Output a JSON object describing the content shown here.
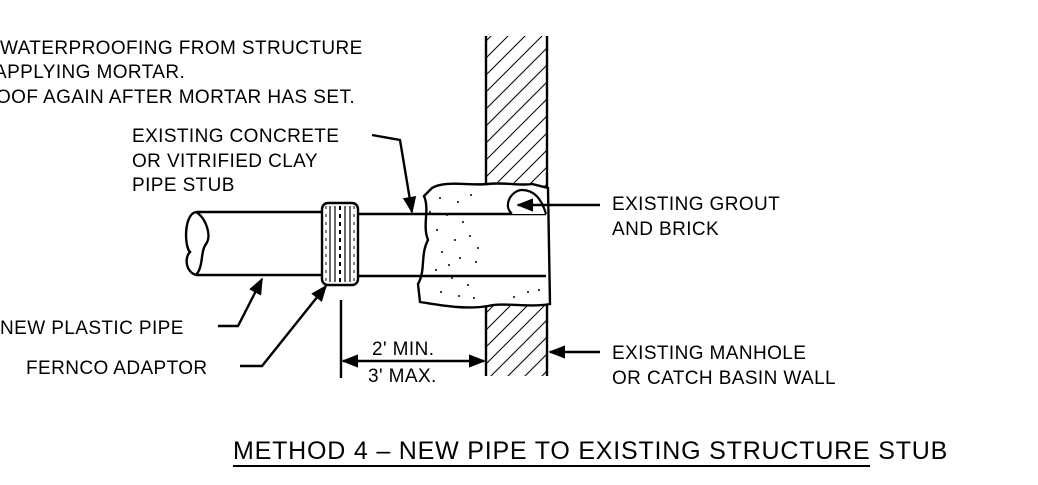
{
  "notes": {
    "line1": "WATERPROOFING FROM STRUCTURE",
    "line2": "APPLYING MORTAR.",
    "line3": "OOF AGAIN AFTER MORTAR HAS SET."
  },
  "labels": {
    "existing_stub_1": "EXISTING CONCRETE",
    "existing_stub_2": "OR VITRIFIED CLAY",
    "existing_stub_3": "PIPE STUB",
    "grout_1": "EXISTING GROUT",
    "grout_2": "AND BRICK",
    "new_pipe": "NEW PLASTIC PIPE",
    "adaptor": "FERNCO ADAPTOR",
    "manhole_1": "EXISTING MANHOLE",
    "manhole_2": "OR CATCH BASIN WALL"
  },
  "dimension": {
    "min": "2' MIN.",
    "max": "3' MAX."
  },
  "title": "METHOD 4 –  NEW PIPE TO EXISTING STRUCTURE STUB"
}
